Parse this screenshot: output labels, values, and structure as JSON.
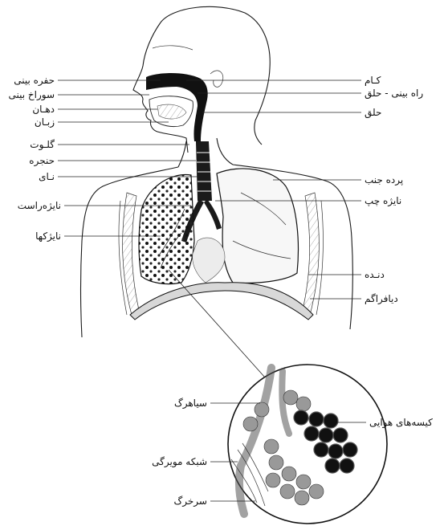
{
  "labels_right": {
    "palate": "کـام",
    "nasal_pharynx": "راه بینی - حلق",
    "pharynx": "حلق",
    "pleura": "پرده جنب",
    "left_bronchus": "نایژه چپ",
    "rib": "دنـده",
    "diaphragm": "دیافراگم"
  },
  "labels_left": {
    "nasal_cavity": "حفره بینی",
    "nostril": "سوراخ بینی",
    "mouth": "دهـان",
    "tongue": "زبـان",
    "epiglottis": "گلـوت",
    "larynx": "حنجره",
    "trachea": "نـای",
    "right_bronchus": "نایژه‌راست",
    "bronchioles": "نایژکها"
  },
  "labels_inset": {
    "vein": "سیاهرگ",
    "air_sacs": "کیسه‌های هوایی",
    "capillary_network": "شبکه مویرگی",
    "artery": "سرخرگ"
  }
}
